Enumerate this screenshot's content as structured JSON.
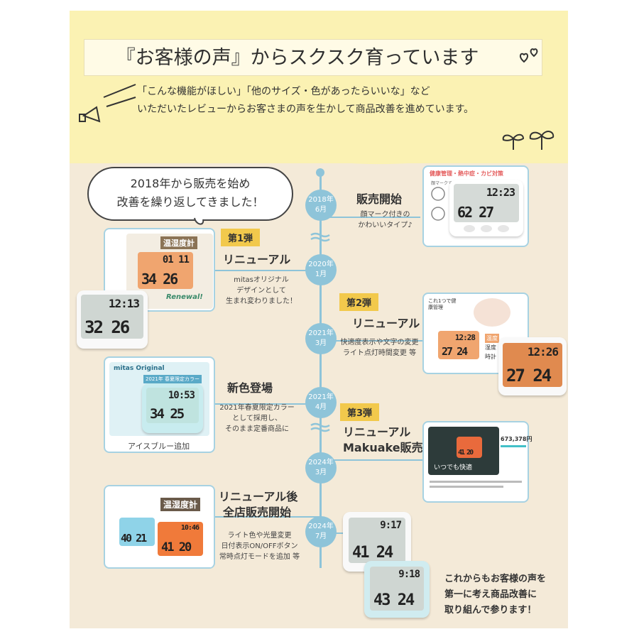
{
  "headline": "『お客様の声』からスクスク育っています",
  "intro": {
    "line1": "「こんな機能がほしい」「他のサイズ・色があったらいいな」など",
    "line2": "いただいたレビューからお客さまの声を生かして商品改善を進めています。"
  },
  "bubble": {
    "line1": "2018年から販売を始め",
    "line2": "改善を繰り返してきました！"
  },
  "timeline": [
    {
      "date_year": "2018年",
      "date_month": "6月",
      "title": "販売開始",
      "desc_lines": [
        "顔マーク付きの",
        "かわいいタイプ♪"
      ]
    },
    {
      "date_year": "2020年",
      "date_month": "1月",
      "badge": "第1弾",
      "title": "リニューアル",
      "desc_lines": [
        "mitasオリジナル",
        "デザインとして",
        "生まれ変わりました！"
      ]
    },
    {
      "date_year": "2021年",
      "date_month": "3月",
      "badge": "第2弾",
      "title": "リニューアル",
      "desc_lines": [
        "快適度表示や文字の変更",
        "ライト点灯時間変更 等"
      ]
    },
    {
      "date_year": "2021年",
      "date_month": "4月",
      "title": "新色登場",
      "desc_lines": [
        "2021年春夏限定カラー",
        "として採用し、",
        "そのまま定番商品に"
      ]
    },
    {
      "date_year": "2024年",
      "date_month": "3月",
      "badge": "第3弾",
      "title": "リニューアル",
      "title_line2": "Makuake販売"
    },
    {
      "date_year": "2024年",
      "date_month": "7月",
      "title": "リニューアル後",
      "title_line2": "全店販売開始",
      "desc_lines": [
        "ライト色や光量変更",
        "日付表示ON/OFFボタン",
        "常時点灯モードを追加 等"
      ]
    }
  ],
  "product_cards": {
    "card1_header": "健康管理・熱中症・カビ対策",
    "card1_face_label": "顔マークで",
    "card1_lcd": {
      "top": "12:23",
      "bottom": "62 27"
    },
    "card2_banner": "温湿度計",
    "card2_tag": "Renewal!",
    "card2_lcd": {
      "top": "01 11",
      "bottom": "34 26"
    },
    "card2_clock_lcd": {
      "top": "12:13",
      "bottom": "32 26"
    },
    "card3_label": "これ1つで健康管理",
    "card3_side_labels": [
      "温度",
      "湿度",
      "時計"
    ],
    "card3_lcd": {
      "top": "12:28",
      "bottom": "27 24"
    },
    "card3_clock_lcd": {
      "top": "12:26",
      "bottom": "27 24"
    },
    "card4_brand": "mitas Original",
    "card4_sub": "2021年 春夏限定カラー",
    "card4_lcd": {
      "top": "10:53",
      "bottom": "34 25"
    },
    "card4_caption": "アイスブルー追加",
    "card5_amount": "673,378円",
    "card5_slogan": "いつでも快適",
    "card5_lcd": {
      "top": "",
      "bottom": "41 20"
    },
    "card6_banner": "温湿度計",
    "card6_lcds": [
      {
        "top": "",
        "bottom": "40 21"
      },
      {
        "top": "10:46",
        "bottom": "41 20"
      }
    ],
    "final_clock1": {
      "top": "9:17",
      "bottom": "41 24"
    },
    "final_clock2": {
      "top": "9:18",
      "bottom": "43 24"
    }
  },
  "closing": {
    "line1": "これからもお客様の声を",
    "line2": "第一に考え商品改善に",
    "line3": "取り組んで参ります！"
  },
  "colors": {
    "top_band": "#fbf2b3",
    "background": "#f4ead8",
    "timeline": "#8ec4d9",
    "badge": "#f2c94c",
    "lcd_gray": "#cfd6d2",
    "lcd_orange": "#f0a56f",
    "lcd_teal": "#bfe3df"
  }
}
